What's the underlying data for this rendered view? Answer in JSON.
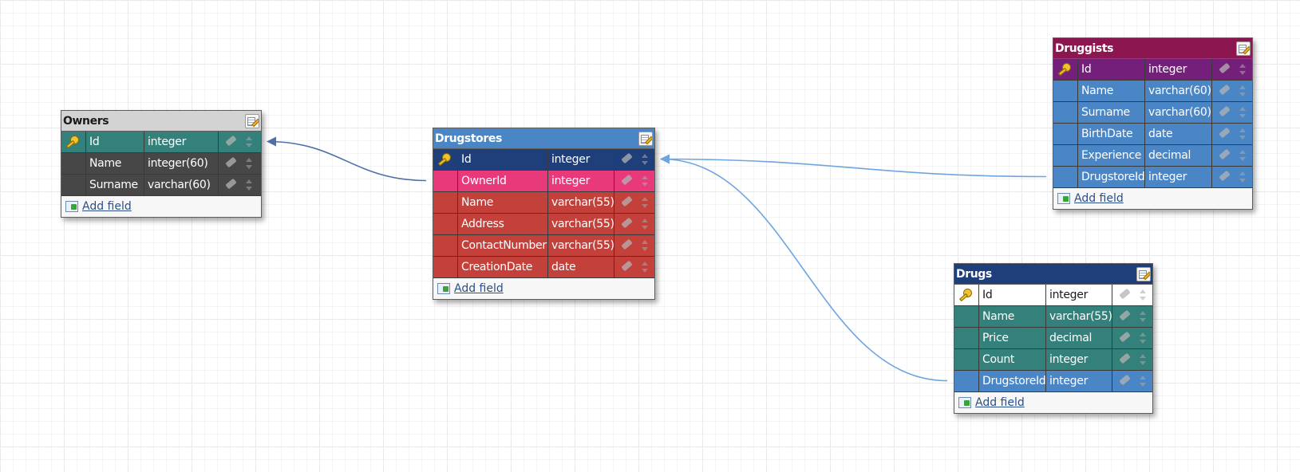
{
  "tables": [
    {
      "id": "owners",
      "name": "Owners",
      "header_bg": "#d3d3d3",
      "header_color": "#1a1a1a",
      "fields": [
        {
          "name": "Id",
          "type": "integer",
          "pk": true,
          "bg": "#34807a",
          "color": "#ffffff"
        },
        {
          "name": "Name",
          "type": "integer(60)",
          "pk": false,
          "bg": "#474747",
          "color": "#ffffff"
        },
        {
          "name": "Surname",
          "type": "varchar(60)",
          "pk": false,
          "bg": "#474747",
          "color": "#ffffff"
        }
      ],
      "add_label": "Add field"
    },
    {
      "id": "drugstores",
      "name": "Drugstores",
      "header_bg": "#4a86c6",
      "header_color": "#ffffff",
      "fields": [
        {
          "name": "Id",
          "type": "integer",
          "pk": true,
          "bg": "#1f3f7a",
          "color": "#ffffff"
        },
        {
          "name": "OwnerId",
          "type": "integer",
          "pk": false,
          "bg": "#e83a7a",
          "color": "#ffffff"
        },
        {
          "name": "Name",
          "type": "varchar(55)",
          "pk": false,
          "bg": "#c4403a",
          "color": "#ffffff"
        },
        {
          "name": "Address",
          "type": "varchar(55)",
          "pk": false,
          "bg": "#c4403a",
          "color": "#ffffff"
        },
        {
          "name": "ContactNumber",
          "type": "varchar(55)",
          "pk": false,
          "bg": "#c4403a",
          "color": "#ffffff"
        },
        {
          "name": "CreationDate",
          "type": "date",
          "pk": false,
          "bg": "#c4403a",
          "color": "#ffffff"
        }
      ],
      "add_label": "Add field"
    },
    {
      "id": "druggists",
      "name": "Druggists",
      "header_bg": "#8b1650",
      "header_color": "#ffffff",
      "fields": [
        {
          "name": "Id",
          "type": "integer",
          "pk": true,
          "bg": "#74207a",
          "color": "#ffffff"
        },
        {
          "name": "Name",
          "type": "varchar(60)",
          "pk": false,
          "bg": "#4a86c6",
          "color": "#ffffff"
        },
        {
          "name": "Surname",
          "type": "varchar(60)",
          "pk": false,
          "bg": "#4a86c6",
          "color": "#ffffff"
        },
        {
          "name": "BirthDate",
          "type": "date",
          "pk": false,
          "bg": "#4a86c6",
          "color": "#ffffff"
        },
        {
          "name": "Experience",
          "type": "decimal",
          "pk": false,
          "bg": "#4a86c6",
          "color": "#ffffff"
        },
        {
          "name": "DrugstoreId",
          "type": "integer",
          "pk": false,
          "bg": "#4a86c6",
          "color": "#ffffff"
        }
      ],
      "add_label": "Add field"
    },
    {
      "id": "drugs",
      "name": "Drugs",
      "header_bg": "#1f3f7a",
      "header_color": "#ffffff",
      "fields": [
        {
          "name": "Id",
          "type": "integer",
          "pk": true,
          "bg": "#ffffff",
          "color": "#1a1a1a"
        },
        {
          "name": "Name",
          "type": "varchar(55)",
          "pk": false,
          "bg": "#34807a",
          "color": "#ffffff"
        },
        {
          "name": "Price",
          "type": "decimal",
          "pk": false,
          "bg": "#34807a",
          "color": "#ffffff"
        },
        {
          "name": "Count",
          "type": "integer",
          "pk": false,
          "bg": "#34807a",
          "color": "#ffffff"
        },
        {
          "name": "DrugstoreId",
          "type": "integer",
          "pk": false,
          "bg": "#4a86c6",
          "color": "#ffffff"
        }
      ],
      "add_label": "Add field"
    }
  ],
  "relations": [
    {
      "from": "drugstores.OwnerId",
      "to": "owners.Id",
      "color": "#4f6fa8"
    },
    {
      "from": "druggists.DrugstoreId",
      "to": "drugstores.Id",
      "color": "#6ea5e0"
    },
    {
      "from": "drugs.DrugstoreId",
      "to": "drugstores.Id",
      "color": "#6ea5e0"
    }
  ]
}
